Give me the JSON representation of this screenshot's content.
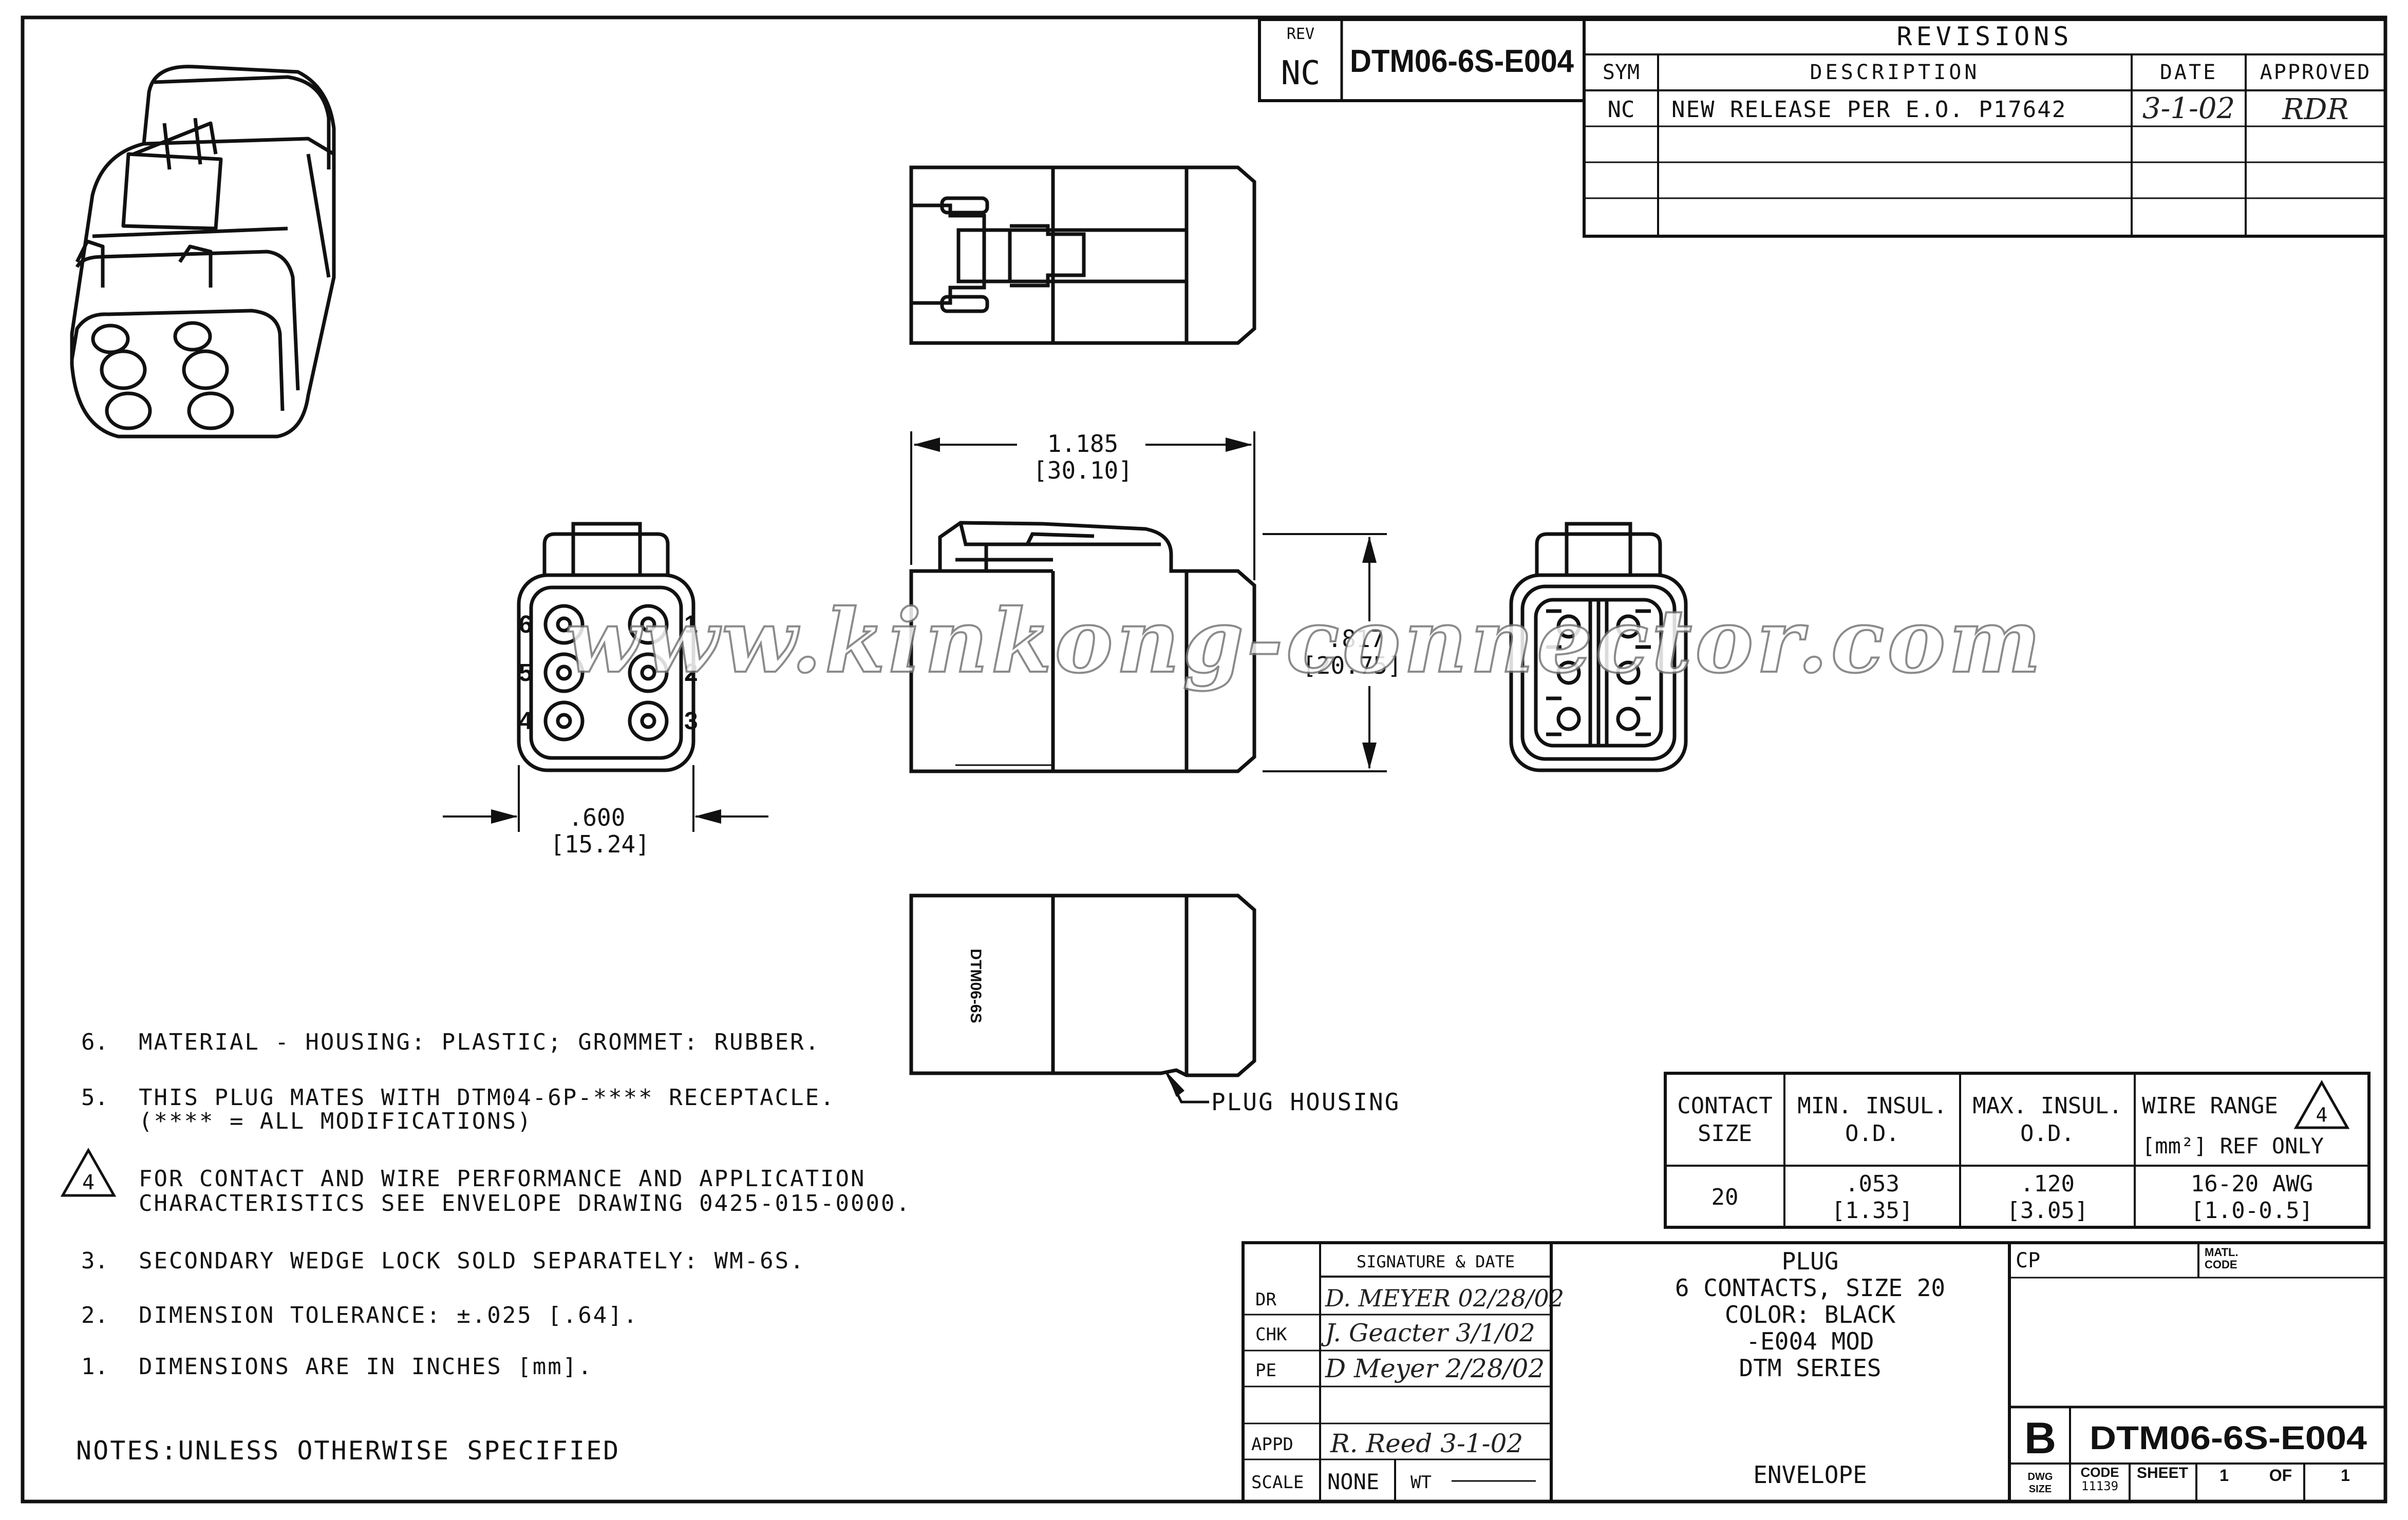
{
  "title_block_top": {
    "rev_label": "REV",
    "rev_value": "NC",
    "part_number": "DTM06-6S-E004"
  },
  "revisions": {
    "title": "REVISIONS",
    "headers": [
      "SYM",
      "DESCRIPTION",
      "DATE",
      "APPROVED"
    ],
    "rows": [
      {
        "sym": "NC",
        "description": "NEW RELEASE PER E.O. P17642",
        "date": "3-1-02",
        "approved": "RDR"
      }
    ]
  },
  "dimensions": {
    "length_in": "1.185",
    "length_mm": "[30.10]",
    "height_in": ".817",
    "height_mm": "[20.75]",
    "width_in": ".600",
    "width_mm": "[15.24]"
  },
  "cavity_numbers": [
    "1",
    "2",
    "3",
    "4",
    "5",
    "6"
  ],
  "plug_housing_label": "PLUG HOUSING",
  "housing_marking": "DTM06-6S",
  "watermark": "www.kinkong-connector.com",
  "notes": {
    "items": [
      {
        "num": "6.",
        "text": "MATERIAL - HOUSING: PLASTIC; GROMMET: RUBBER."
      },
      {
        "num": "5.",
        "text": "THIS PLUG MATES WITH DTM04-6P-**** RECEPTACLE.",
        "text2": "(**** = ALL MODIFICATIONS)"
      },
      {
        "num": "4",
        "text": "FOR CONTACT AND WIRE PERFORMANCE AND APPLICATION",
        "text2": "CHARACTERISTICS SEE ENVELOPE DRAWING 0425-015-0000."
      },
      {
        "num": "3.",
        "text": "SECONDARY WEDGE LOCK SOLD SEPARATELY: WM-6S."
      },
      {
        "num": "2.",
        "text": "DIMENSION TOLERANCE: ±.025 [.64]."
      },
      {
        "num": "1.",
        "text": "DIMENSIONS ARE IN INCHES [mm]."
      }
    ],
    "footer": "NOTES:UNLESS OTHERWISE SPECIFIED"
  },
  "contact_table": {
    "headers": [
      {
        "l1": "CONTACT",
        "l2": "SIZE"
      },
      {
        "l1": "MIN. INSUL.",
        "l2": "O.D."
      },
      {
        "l1": "MAX. INSUL.",
        "l2": "O.D."
      },
      {
        "l1": "WIRE RANGE",
        "l2": "[mm²] REF ONLY",
        "note": "4"
      }
    ],
    "row": [
      {
        "l1": "20",
        "l2": ""
      },
      {
        "l1": ".053",
        "l2": "[1.35]"
      },
      {
        "l1": ".120",
        "l2": "[3.05]"
      },
      {
        "l1": "16-20 AWG",
        "l2": "[1.0-0.5]"
      }
    ]
  },
  "signature_block": {
    "header": "SIGNATURE & DATE",
    "rows": [
      {
        "role": "DR",
        "value": "D. MEYER 02/28/02"
      },
      {
        "role": "CHK",
        "value": "J. Geacter 3/1/02"
      },
      {
        "role": "PE",
        "value": "D Meyer 2/28/02"
      },
      {
        "role": "APPD",
        "value": "R. Reed 3-1-02"
      }
    ],
    "scale_label": "SCALE",
    "scale_value": "NONE",
    "wt_label": "WT"
  },
  "description_block": {
    "lines": [
      "PLUG",
      "6 CONTACTS, SIZE 20",
      "COLOR: BLACK",
      "-E004 MOD",
      "DTM SERIES"
    ],
    "footer": "ENVELOPE"
  },
  "code_block": {
    "cp_label": "CP",
    "matl_label1": "MATL.",
    "matl_label2": "CODE",
    "size_letter": "B",
    "part_number": "DTM06-6S-E004",
    "dwg_size_1": "DWG",
    "dwg_size_2": "SIZE",
    "code_label": "CODE",
    "code_value": "11139",
    "sheet_label": "SHEET",
    "sheet_value": "1",
    "of_label": "OF",
    "of_value": "1"
  }
}
